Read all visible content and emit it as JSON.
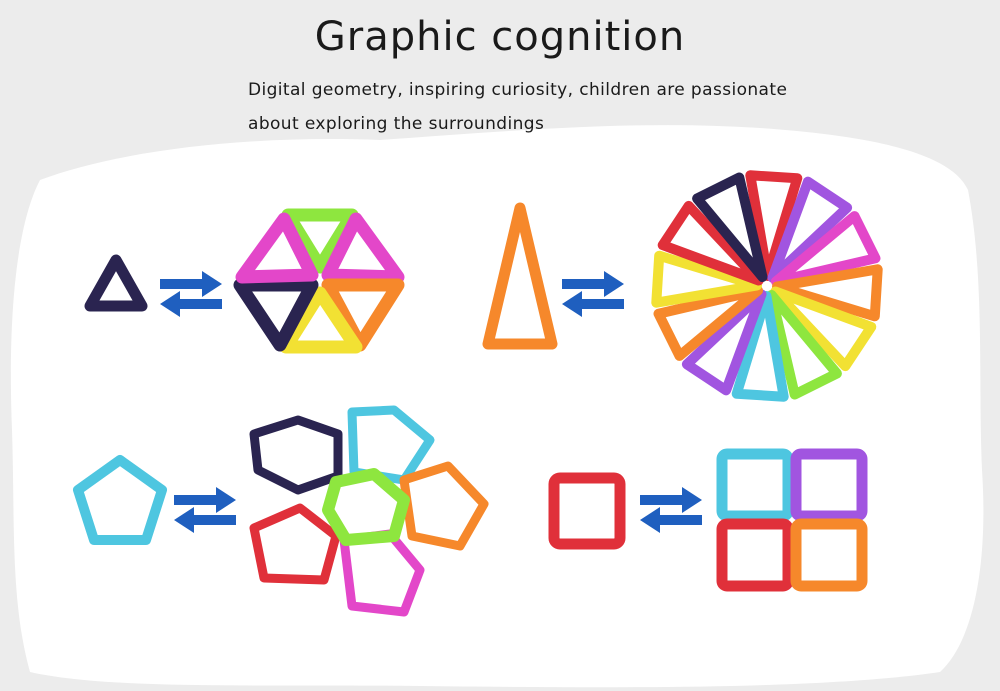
{
  "header": {
    "title": "Graphic cognition",
    "subtitle_line1": "Digital geometry, inspiring curiosity, children are passionate",
    "subtitle_line2": "about exploring the surroundings"
  },
  "colors": {
    "background": "#ececec",
    "panel": "#ffffff",
    "arrow": "#1f5fbf",
    "navy": "#2a2450",
    "green": "#8ee63f",
    "pink": "#e347c9",
    "magenta": "#e54b9a",
    "orange": "#f6882b",
    "yellow": "#f2e133",
    "red": "#e0303a",
    "purple": "#a155e0",
    "cyan": "#4ec6e0"
  },
  "groups": [
    {
      "single": "navy-triangle",
      "set": [
        "green",
        "pink",
        "orange",
        "yellow",
        "navy",
        "pink"
      ]
    },
    {
      "single": "orange-tall-triangle",
      "set": [
        "red",
        "purple",
        "pink",
        "orange",
        "yellow",
        "green",
        "cyan",
        "purple",
        "orange",
        "yellow",
        "red",
        "navy"
      ]
    },
    {
      "single": "cyan-pentagon",
      "set": [
        "navy",
        "cyan",
        "orange",
        "magenta",
        "red",
        "green"
      ]
    },
    {
      "single": "red-square",
      "set": [
        "cyan",
        "purple",
        "red",
        "orange"
      ]
    }
  ]
}
